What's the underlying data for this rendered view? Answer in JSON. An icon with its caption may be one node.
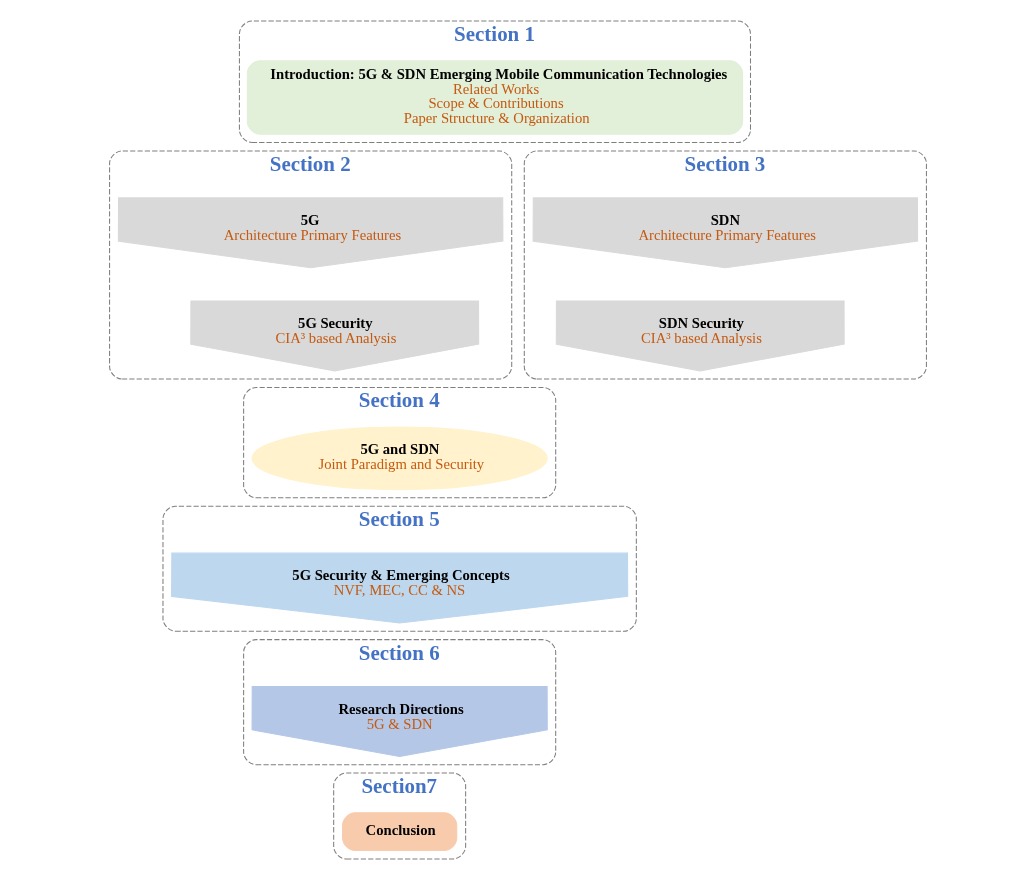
{
  "diagram": {
    "nodes": [
      {
        "text": [
          "Section 1"
        ]
      },
      {
        "text": [
          "Introduction: 5G & SDN Emerging Mobile Communication Technologies",
          "Related Works",
          "Scope & Contributions",
          "Paper Structure & Organization"
        ],
        "in": 0
      },
      {
        "text": [
          "Section 2"
        ]
      },
      {
        "text": [
          "5G",
          "Architecture Primary Features"
        ],
        "in": 2
      },
      {
        "text": [
          "5G Security",
          "CIA³ based Analysis"
        ],
        "in": 2
      },
      {
        "text": [
          "Section 3"
        ]
      },
      {
        "text": [
          "SDN",
          "Architecture Primary Features"
        ],
        "in": 5
      },
      {
        "text": [
          "SDN Security",
          "CIA³ based Analysis"
        ],
        "in": 5
      },
      {
        "text": [
          "Section 4"
        ]
      },
      {
        "text": [
          "5G and SDN",
          "Joint Paradigm and Security"
        ],
        "in": 8
      },
      {
        "text": [
          "Section 5"
        ]
      },
      {
        "text": [
          "5G Security & Emerging Concepts",
          "NVF, MEC, CC & NS"
        ],
        "in": 10
      },
      {
        "text": [
          "Section 6"
        ]
      },
      {
        "text": [
          "Research Directions",
          "5G & SDN"
        ],
        "in": 12
      },
      {
        "text": [
          "Section7"
        ]
      },
      {
        "text": [
          "Conclusion"
        ],
        "in": 14
      }
    ]
  }
}
